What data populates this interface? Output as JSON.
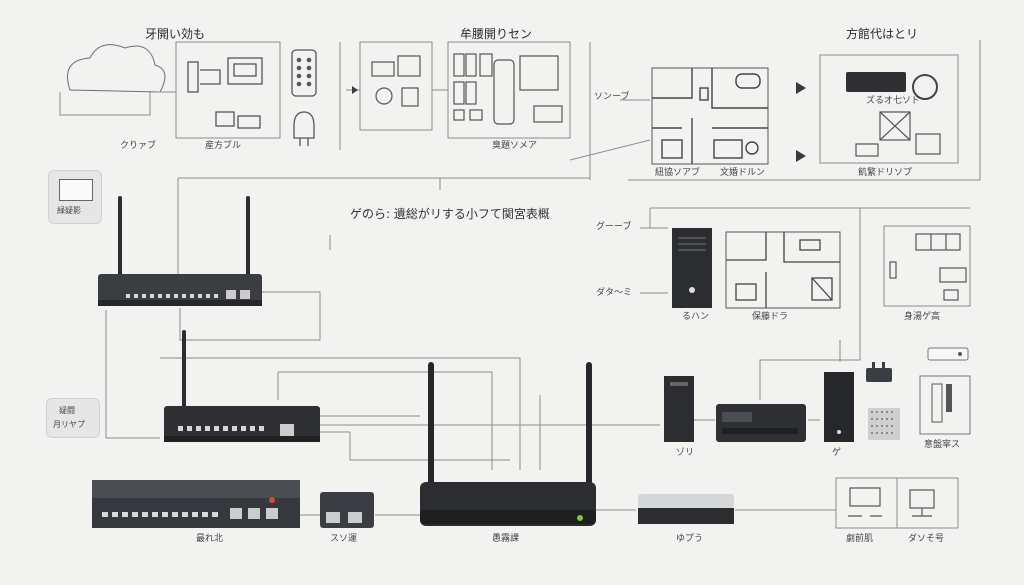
{
  "diagram": {
    "center_caption": "ゲのら: 遺総がリする小フて関宮表概",
    "sections": {
      "left_title": "牙開い効も",
      "middle_title": "牟腰開りセン",
      "right_title": "方館代はとリ"
    },
    "labels": {
      "left_cloud_label": "クりァブ",
      "left_panel_label": "産方ブル",
      "tag_top": "緑疑影",
      "tag_mid_line1": "疑闘",
      "tag_mid_line2": "月リヤプ",
      "mid_panel_label": "臭題ソメア",
      "floor_left_label": "紐協ソアブ",
      "floor_right_label": "文婚ドルン",
      "right_room_inner_label": "ズるオ七ソド",
      "right_room_label": "飢繁ドリソプ",
      "arrow_label_1": "ソンーブ",
      "arrow_label_2": "グーーブ",
      "arrow_label_3": "ダタ～ミ",
      "server_label": "るハン",
      "floor2_label": "保藤ドラ",
      "right_mid_label": "身湯ゲ高",
      "device_row_label_1": "ゾリ",
      "device_row_label_2": "ゲ",
      "device_right_label": "意盤宰ス",
      "bottom_switch_label": "最れ北",
      "bottom_small_label": "スソ運",
      "bottom_router_label": "愚霧課",
      "bottom_box_label": "ゆプう",
      "bottom_right_label_1": "劇前肌",
      "bottom_right_label_2": "ダソそ号"
    },
    "colors": {
      "background": "#f2f2f1",
      "device_dark": "#2b2d30",
      "device_mid": "#4a4d52",
      "line": "#8c8c8c",
      "led_green": "#7ac943",
      "led_red": "#d9453b"
    }
  }
}
